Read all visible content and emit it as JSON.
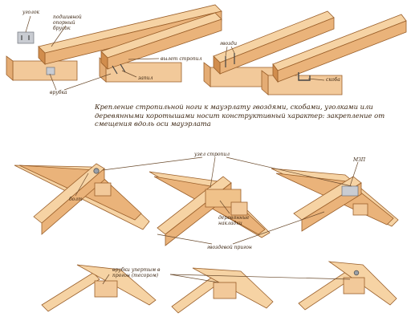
{
  "labels": {
    "ugolok": "уголок",
    "opornyi_brusok": "подшивной опорный брусок",
    "vyl_strop": "вылет стропил",
    "gvozdi_top": "гвозди",
    "zapil": "запил",
    "vrubka": "врубка",
    "skoba": "скоба",
    "uzel_stropil": "узел стропил",
    "bolt": "болт",
    "mzp": "МЗП",
    "derevyannye_nakladki": "деревянные накладки",
    "gvozdevoi_prigon": "гвоздевой пригон",
    "vrubki_upor": "врубки упертым в прогон (тесором)"
  },
  "caption": "Крепление стропильной ноги к мауэрлату гвоздями, скобами, уголками или деревянными коротышами носит конструктивный характер: закрепление от смещения вдоль оси мауэрлата",
  "colors": {
    "wood": "#eab37a",
    "wood_light": "#f6d3a4",
    "wood_edge": "#9a5f2a",
    "metal": "#c9ccd2",
    "text": "#3a2410"
  }
}
